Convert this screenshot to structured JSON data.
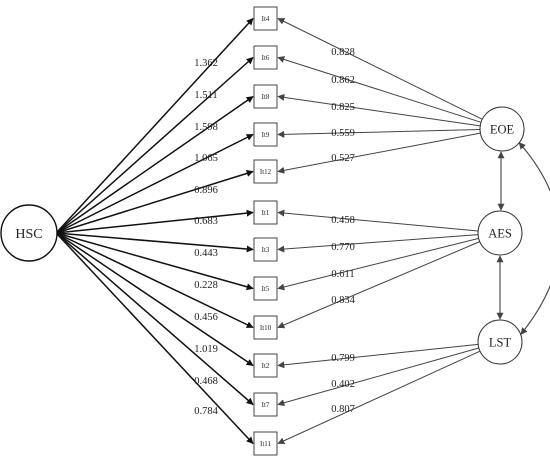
{
  "general_factor": {
    "label": "HSC"
  },
  "factors": [
    {
      "id": "EOE",
      "label": "EOE"
    },
    {
      "id": "AES",
      "label": "AES"
    },
    {
      "id": "LST",
      "label": "LST"
    }
  ],
  "items": [
    {
      "label": "It4"
    },
    {
      "label": "It6"
    },
    {
      "label": "It8"
    },
    {
      "label": "It9"
    },
    {
      "label": "It12"
    },
    {
      "label": "It1"
    },
    {
      "label": "It3"
    },
    {
      "label": "It5"
    },
    {
      "label": "It10"
    },
    {
      "label": "It2"
    },
    {
      "label": "It7"
    },
    {
      "label": "It11"
    }
  ],
  "general_loadings": [
    "1.362",
    "1.511",
    "1.598",
    "1.065",
    "0.896",
    "0.683",
    "0.443",
    "0.228",
    "0.456",
    "1.019",
    "0.468",
    "0.784"
  ],
  "specific_loadings": [
    {
      "factor": "EOE",
      "item": "It4",
      "value": "0.828"
    },
    {
      "factor": "EOE",
      "item": "It6",
      "value": "0.862"
    },
    {
      "factor": "EOE",
      "item": "It8",
      "value": "0.825"
    },
    {
      "factor": "EOE",
      "item": "It9",
      "value": "0.559"
    },
    {
      "factor": "EOE",
      "item": "It12",
      "value": "0.527"
    },
    {
      "factor": "AES",
      "item": "It1",
      "value": "0.458"
    },
    {
      "factor": "AES",
      "item": "It3",
      "value": "0.770"
    },
    {
      "factor": "AES",
      "item": "It5",
      "value": "0.611"
    },
    {
      "factor": "AES",
      "item": "It10",
      "value": "0.834"
    },
    {
      "factor": "LST",
      "item": "It2",
      "value": "0.799"
    },
    {
      "factor": "LST",
      "item": "It7",
      "value": "0.402"
    },
    {
      "factor": "LST",
      "item": "It11",
      "value": "0.807"
    }
  ],
  "covariances": [
    {
      "from": "EOE",
      "to": "AES"
    },
    {
      "from": "AES",
      "to": "LST"
    },
    {
      "from": "EOE",
      "to": "LST"
    }
  ]
}
